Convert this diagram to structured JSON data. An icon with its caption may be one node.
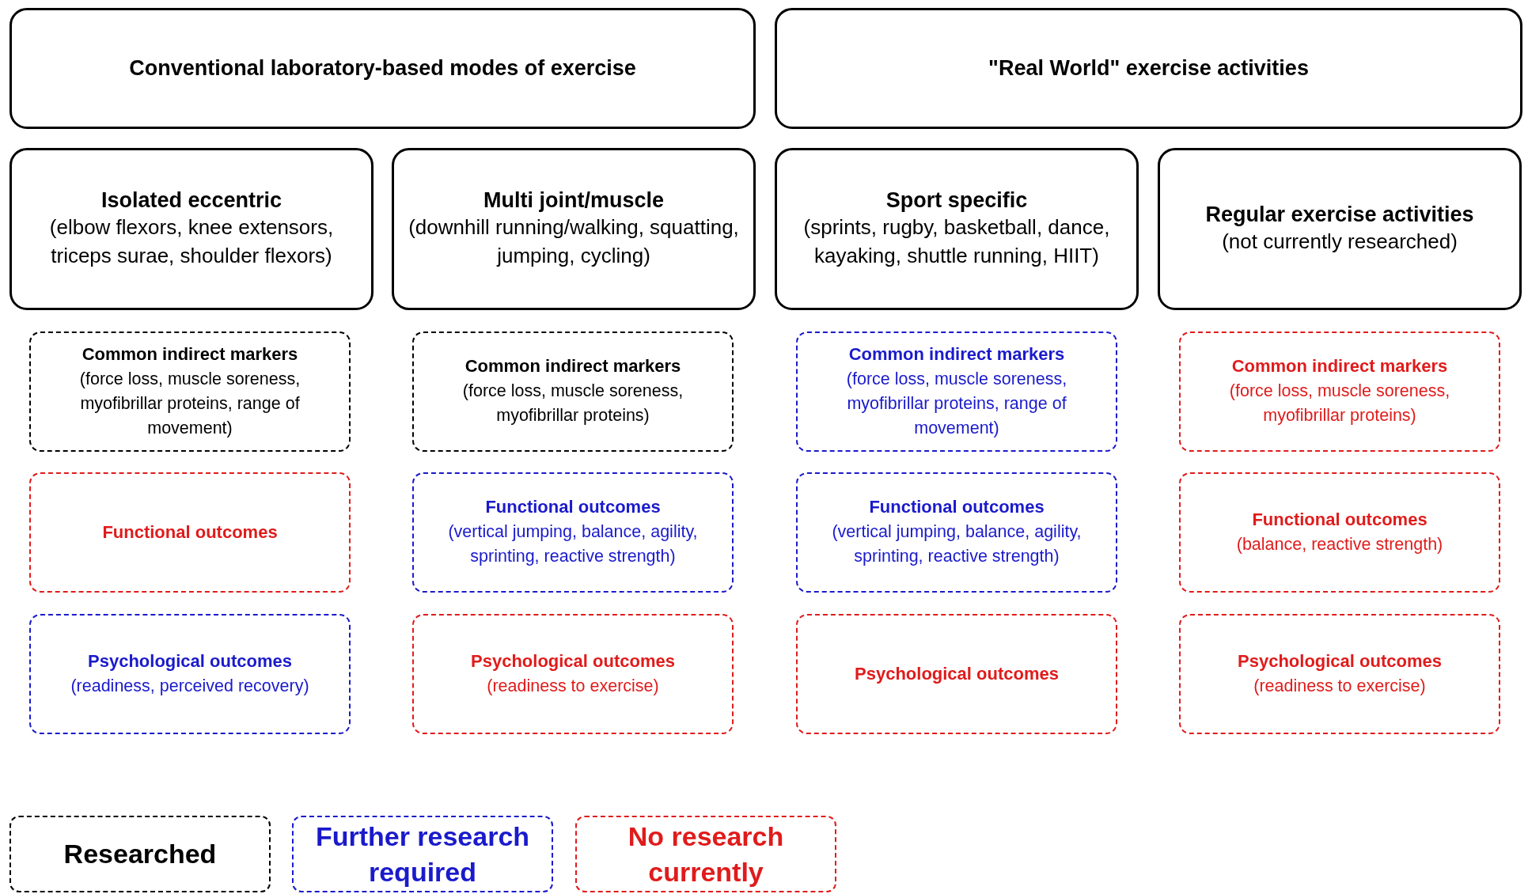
{
  "diagram": {
    "nodes": [
      {
        "text": [
          "Conventional laboratory-based modes of exercise"
        ]
      },
      {
        "text": [
          "\"Real World\" exercise activities"
        ]
      },
      {
        "text": [
          "Isolated eccentric",
          "(elbow flexors, knee extensors, triceps surae, shoulder flexors)"
        ]
      },
      {
        "text": [
          "Multi joint/muscle",
          "(downhill running/walking, squatting, jumping, cycling)"
        ]
      },
      {
        "text": [
          "Sport specific",
          "(sprints, rugby, basketball, dance, kayaking, shuttle running, HIIT)"
        ]
      },
      {
        "text": [
          "Regular exercise activities",
          "(not currently researched)"
        ]
      },
      {
        "text": [
          "Common indirect markers",
          "(force loss, muscle soreness, myofibrillar proteins, range of movement)"
        ]
      },
      {
        "text": [
          "Common indirect markers",
          "(force loss, muscle soreness, myofibrillar proteins)"
        ]
      },
      {
        "text": [
          "Common indirect markers",
          "(force loss, muscle soreness, myofibrillar proteins, range of movement)"
        ]
      },
      {
        "text": [
          "Common indirect markers",
          "(force loss, muscle soreness, myofibrillar proteins)"
        ]
      },
      {
        "text": [
          "Functional outcomes"
        ]
      },
      {
        "text": [
          "Functional outcomes",
          "(vertical jumping, balance, agility, sprinting, reactive strength)"
        ]
      },
      {
        "text": [
          "Functional outcomes",
          "(vertical jumping, balance, agility, sprinting, reactive strength)"
        ]
      },
      {
        "text": [
          "Functional outcomes",
          "(balance, reactive strength)"
        ]
      },
      {
        "text": [
          "Psychological outcomes",
          "(readiness, perceived recovery)"
        ]
      },
      {
        "text": [
          "Psychological outcomes",
          "(readiness to exercise)"
        ]
      },
      {
        "text": [
          "Psychological outcomes"
        ]
      },
      {
        "text": [
          "Psychological outcomes",
          "(readiness to exercise)"
        ]
      }
    ],
    "legend": [
      {
        "text": "Researched",
        "color": "#000000"
      },
      {
        "text": "Further research required",
        "color": "#1a1acc"
      },
      {
        "text": "No research currently",
        "color": "#e01b1b"
      }
    ]
  }
}
